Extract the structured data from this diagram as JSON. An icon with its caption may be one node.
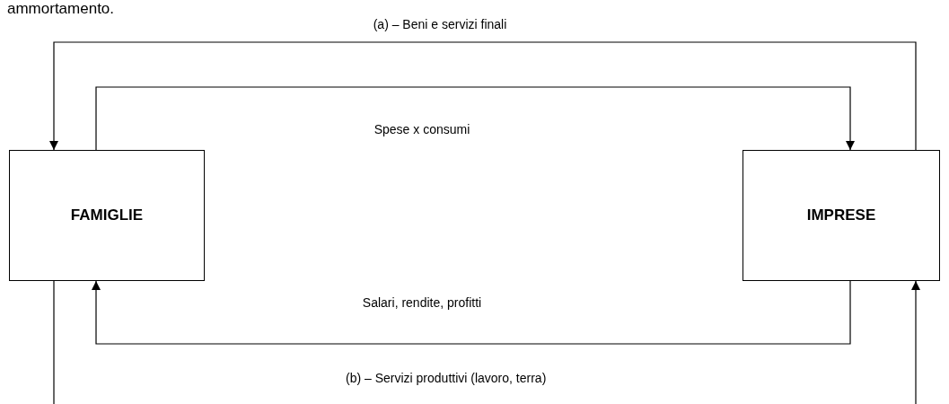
{
  "diagram": {
    "nodes": [
      {
        "text": [
          "FAMIGLIE"
        ]
      },
      {
        "text": [
          "IMPRESE"
        ]
      }
    ],
    "edges": [
      {
        "from": 1,
        "to": 0,
        "arrow": "to",
        "label": "(a) – Beni e servizi finali"
      },
      {
        "from": 0,
        "to": 1,
        "arrow": "to",
        "label": "Spese x consumi"
      },
      {
        "from": 1,
        "to": 0,
        "arrow": "to",
        "label": "Salari, rendite, profitti"
      },
      {
        "from": 0,
        "to": null,
        "arrow": "none"
      },
      {
        "from": null,
        "to": 1,
        "arrow": "to"
      }
    ],
    "labels": [
      "ammortamento.",
      "(b) – Servizi produttivi (lavoro, terra)"
    ]
  }
}
